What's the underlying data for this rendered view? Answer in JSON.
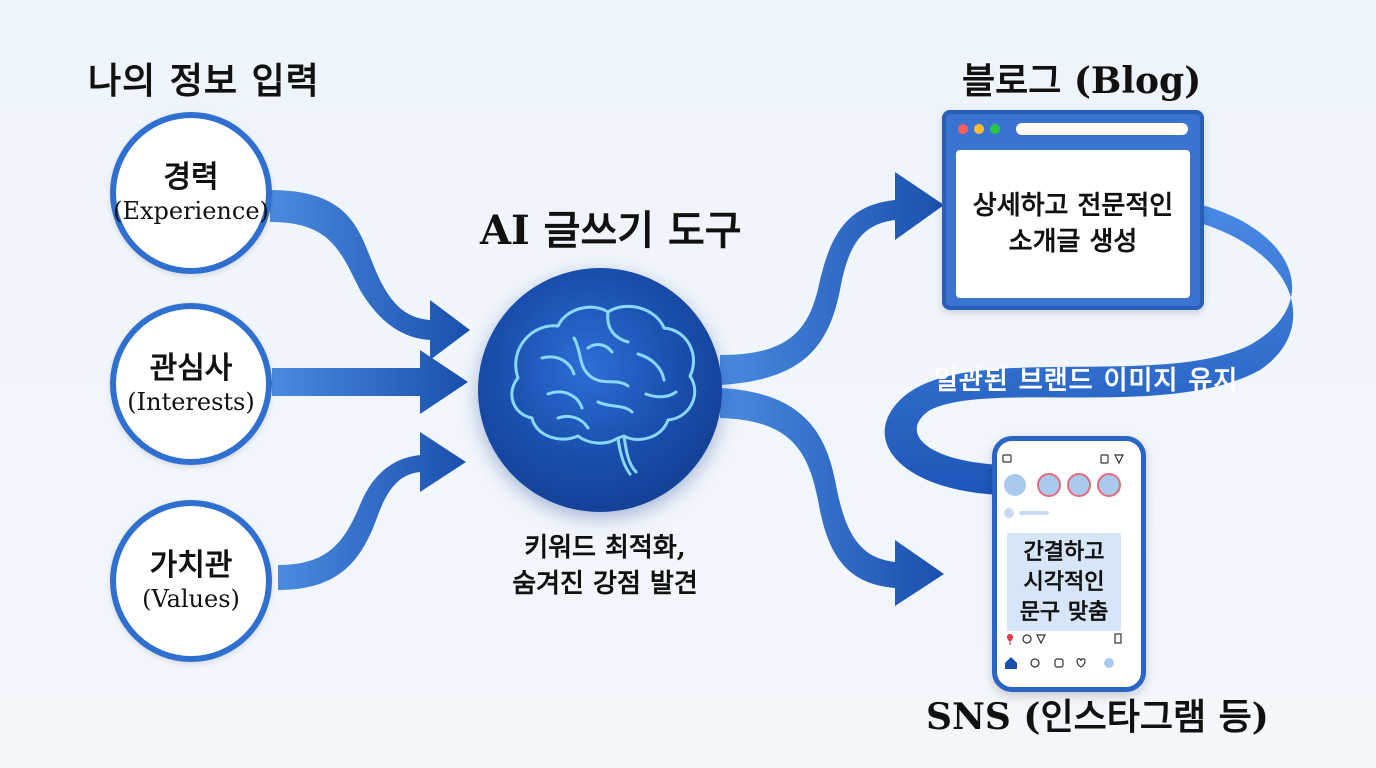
{
  "input": {
    "title": "나의 정보 입력",
    "items": [
      {
        "ko": "경력",
        "en": "(Experience)"
      },
      {
        "ko": "관심사",
        "en": "(Interests)"
      },
      {
        "ko": "가치관",
        "en": "(Values)"
      }
    ]
  },
  "ai": {
    "title": "AI 글쓰기 도구",
    "caption_line1": "키워드 최적화,",
    "caption_line2": "숨겨진 강점 발견"
  },
  "blog": {
    "title": "블로그 (Blog)",
    "content_line1": "상세하고 전문적인",
    "content_line2": "소개글 생성"
  },
  "sns": {
    "title": "SNS (인스타그램 등)",
    "content_line1": "간결하고",
    "content_line2": "시각적인",
    "content_line3": "문구 맞춤"
  },
  "ribbon": {
    "label": "일관된 브랜드 이미지 유지"
  },
  "colors": {
    "primary": "#2f6fd0",
    "dark": "#0f3585",
    "glow": "#7fd8ff"
  }
}
